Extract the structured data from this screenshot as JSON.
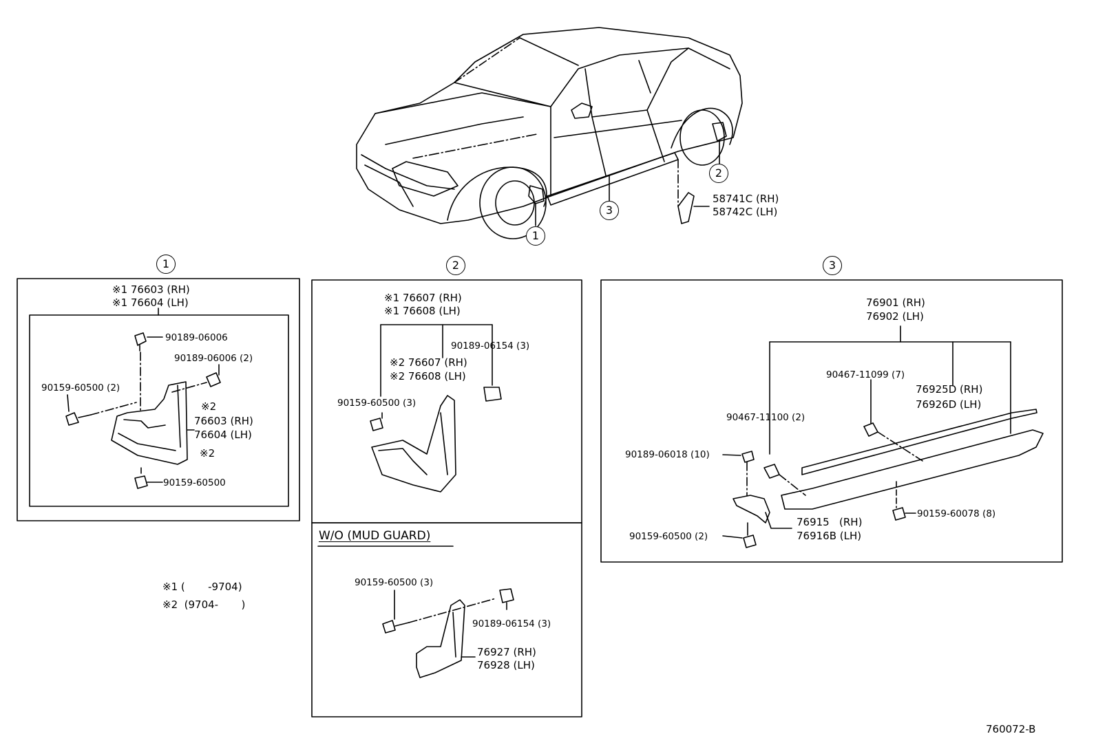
{
  "callouts": {
    "c1": "1",
    "c2": "2",
    "c3": "3"
  },
  "car": {
    "flap_rh": "58741C (RH)",
    "flap_lh": "58742C (LH)"
  },
  "panel1": {
    "top_rh": "※1 76603 (RH)",
    "top_lh": "※1 76604 (LH)",
    "clip_top": "90189-06006",
    "clip_side": "90189-06006 (2)",
    "screw_left": "90159-60500 (2)",
    "mark2a": "※2",
    "guard_rh": "76603 (RH)",
    "guard_lh": "76604 (LH)",
    "mark2b": "※2",
    "screw_bottom": "90159-60500"
  },
  "panel2": {
    "top_rh": "※1 76607 (RH)",
    "top_lh": "※1 76608 (LH)",
    "clip": "90189-06154 (3)",
    "mid_rh": "※2 76607 (RH)",
    "mid_lh": "※2 76608 (LH)",
    "screw": "90159-60500 (3)",
    "sub_title": "W/O (MUD GUARD)",
    "sub_screw": "90159-60500 (3)",
    "sub_clip": "90189-06154 (3)",
    "sub_rh": "76927 (RH)",
    "sub_lh": "76928 (LH)"
  },
  "panel3": {
    "top_rh": "76901 (RH)",
    "top_lh": "76902 (LH)",
    "clip_a": "90467-11099 (7)",
    "clip_b": "90467-11100 (2)",
    "mould_rh": "76925D (RH)",
    "mould_lh": "76926D (LH)",
    "clip_c": "90189-06018 (10)",
    "screw_a": "90159-60078 (8)",
    "brk_rh": "76915   (RH)",
    "brk_lh": "76916B (LH)",
    "screw_b": "90159-60500 (2)"
  },
  "notes": {
    "n1": "※1 (       -9704)",
    "n2": "※2  (9704-       )"
  },
  "figure_code": "760072-B"
}
